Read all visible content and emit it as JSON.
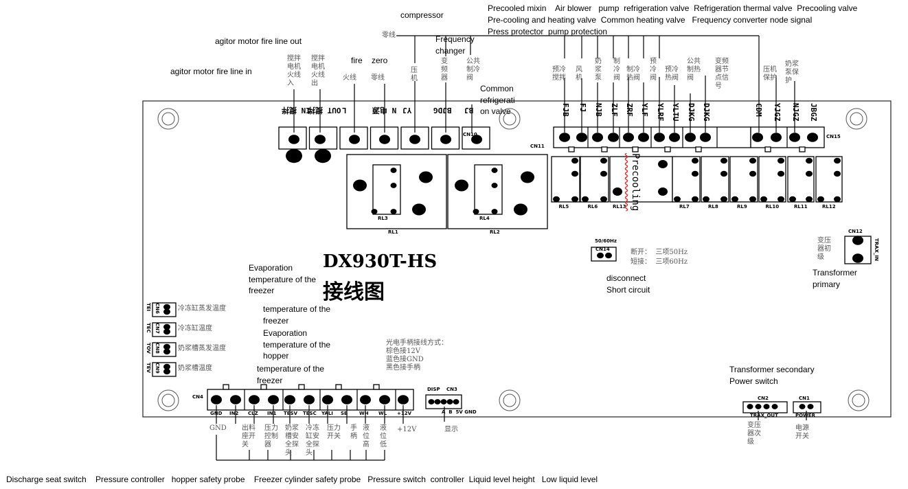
{
  "board": {
    "title": "DX930T-HS",
    "subtitle": "接线图",
    "top_pins": [
      "IN 搅拌",
      "OUT 搅拌",
      "L",
      "N 电源",
      "YJ",
      "BJDG",
      "BJ"
    ],
    "cn10": "CN10",
    "cn11": "CN11",
    "cn15": "CN15",
    "cn11_pins": [
      "FJB",
      "FJ",
      "NJB",
      "ZLF",
      "ZRF",
      "YLF",
      "YLRF",
      "YLTU",
      "DJKG",
      "DJKG"
    ],
    "cn15_pins": [
      "CDM",
      "YJGZ",
      "NJGZ",
      "JBGZ"
    ],
    "relays_large": [
      "RL1",
      "RL2",
      "RL3",
      "RL4"
    ],
    "relays_small": [
      "RL5",
      "RL6",
      "RL13",
      "RL7",
      "RL8",
      "RL9",
      "RL10",
      "RL11",
      "RL12"
    ],
    "freq_header": "50/60Hz",
    "cn14": "CN14",
    "freq_note": "断开：  三项50Hz\n短接：  三项60Hz",
    "cn12": "CN12",
    "trax_in": "TRAX_IN",
    "sensor_tags": [
      "TEI",
      "TEC",
      "TOV",
      "TEV"
    ],
    "sensor_cn": [
      "CN6",
      "CN7",
      "CN8",
      "CN9"
    ],
    "cn4": "CN4",
    "cn4_pins": [
      "GND",
      "IN2",
      "CLZ",
      "IN1",
      "TESV",
      "TESC",
      "YALI",
      "SB",
      "WH",
      "WL",
      "+12V"
    ],
    "disp": "DISP",
    "cn3": "CN3",
    "cn3_pins": "A  B  5V GND",
    "cn2": "CN2",
    "trax_out": "TRAX_OUT",
    "cn1": "CN1",
    "power": "POWER"
  },
  "labels_cn": {
    "agitator_in": "搅拌\n电机\n火线\n入",
    "agitator_out": "搅拌\n电机\n火线\n出",
    "fire": "火线",
    "zero": "零线",
    "zero_top": "零线",
    "compressor": "压\n机",
    "inverter": "变\n频\n器",
    "common_cool": "公共\n制冷\n阀",
    "precool_mix": "预冷\n搅拌",
    "fan": "风\n机",
    "pump": "奶\n浆\n泵",
    "cool_valve": "制\n冷\n阀",
    "cool_heat_valve": "制冷\n热阀",
    "precool_valve": "预\n冷\n阀",
    "precool_heat_valve": "预冷\n热阀",
    "common_heat": "公共\n制热\n阀",
    "inverter_signal": "变频\n器节\n点信\n号",
    "comp_protect": "压机\n保护",
    "pump_protect": "奶浆\n泵保\n护",
    "sensor1": "冷冻缸蒸发温度",
    "sensor2": "冷冻缸温度",
    "sensor3": "奶浆槽蒸发温度",
    "sensor4": "奶浆槽温度",
    "transformer_primary": "变压\n器初\n级",
    "handle_wiring": "光电手柄接线方式：\n棕色接12V\n蓝色接GND\n黑色接手柄",
    "gnd": "GND",
    "discharge": "出料\n座开\n关",
    "pressure_ctrl": "压力\n控制\n器",
    "hopper_probe": "奶浆\n槽安\n全探\n头",
    "freezer_probe": "冷冻\n缸安\n全探\n头",
    "pressure_switch": "压力\n开关",
    "handle": "手\n柄",
    "level_high": "液\n位\n高",
    "level_low": "液\n位\n低",
    "plus12v": "+12V",
    "display": "显示",
    "transformer_secondary": "变压\n器次\n级",
    "power_switch": "电源\n开关"
  },
  "labels_en": {
    "compressor": "compressor",
    "agitator_out": "agitor motor fire line out",
    "agitator_in": "agitor motor fire line in",
    "fire": "fire",
    "zero": "zero",
    "frequency_changer": "Frequency\nchanger",
    "common_refrigeration": "Common\nrefrigerati\non valve",
    "top_right_1": "Precooled mixin    Air blower   pump  refrigeration valve  Refrigeration thermal valve  Precooling valve",
    "top_right_2": "Pre-cooling and heating valve  Common heating valve   Frequency converter node signal",
    "top_right_3": "Press protector  pump protection",
    "precooling": "Precooling",
    "evap_freezer": "Evaporation\ntemperature of the\nfreezer",
    "temp_freezer": "temperature of the\nfreezer",
    "evap_hopper": "Evaporation\ntemperature of the\nhopper",
    "temp_freezer_2": "temperature of the\nfreezer",
    "disconnect_short": "disconnect\nShort circuit",
    "transformer_primary": "Transformer\nprimary",
    "transformer_secondary_power": "Transformer secondary\nPower switch",
    "bottom_row": "Discharge seat switch    Pressure controller   hopper safety probe    Freezer cylinder safety probe   Pressure switch  controller  Liquid level height   Low liquid level"
  }
}
